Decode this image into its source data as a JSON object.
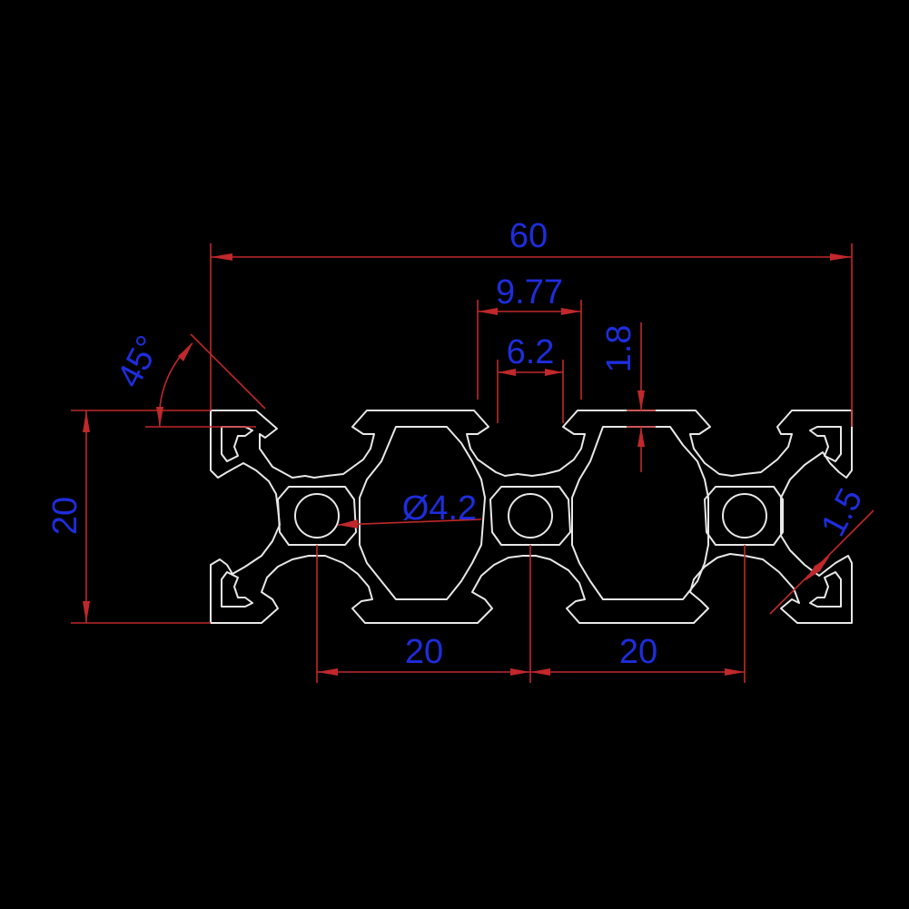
{
  "dimensions": {
    "overall_width": "60",
    "slot_width": "9.77",
    "slot_opening": "6.2",
    "lip_thickness": "1.8",
    "chamfer_angle": "45°",
    "profile_height": "20",
    "hole_diameter": "Ø4.2",
    "pitch_left": "20",
    "pitch_right": "20",
    "wall_thickness": "1.5"
  },
  "colors": {
    "background": "#000000",
    "profile_outline": "#e8e8e8",
    "dimension_lines": "#c0282b",
    "dimension_text": "#1e2ddc"
  }
}
